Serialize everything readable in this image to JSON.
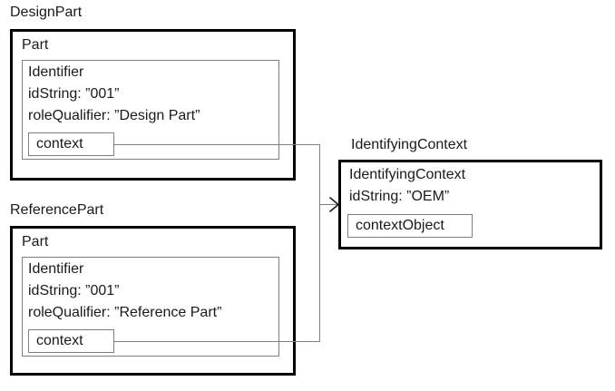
{
  "diagram": {
    "type": "uml-object-diagram",
    "colors": {
      "outer_border": "#000000",
      "inner_border": "#808080",
      "connector": "#808080",
      "text": "#1a1a1a",
      "background": "#ffffff"
    },
    "groups": [
      {
        "title": "DesignPart",
        "class_name": "Part",
        "compartment": {
          "class_name": "Identifier",
          "attributes": [
            "idString: ”001”",
            "roleQualifier: ”Design Part”"
          ],
          "slot": "context"
        }
      },
      {
        "title": "ReferencePart",
        "class_name": "Part",
        "compartment": {
          "class_name": "Identifier",
          "attributes": [
            "idString: ”001”",
            "roleQualifier: ”Reference Part”"
          ],
          "slot": "context"
        }
      }
    ],
    "target": {
      "title": "IdentifyingContext",
      "class_name": "IdentifyingContext",
      "attributes": [
        "idString: ”OEM”"
      ],
      "slot": "contextObject"
    },
    "connections": [
      {
        "from": "DesignPart.context",
        "to": "IdentifyingContext",
        "arrow": "open-arrow"
      },
      {
        "from": "ReferencePart.context",
        "to": "IdentifyingContext",
        "arrow": "open-arrow"
      }
    ]
  }
}
